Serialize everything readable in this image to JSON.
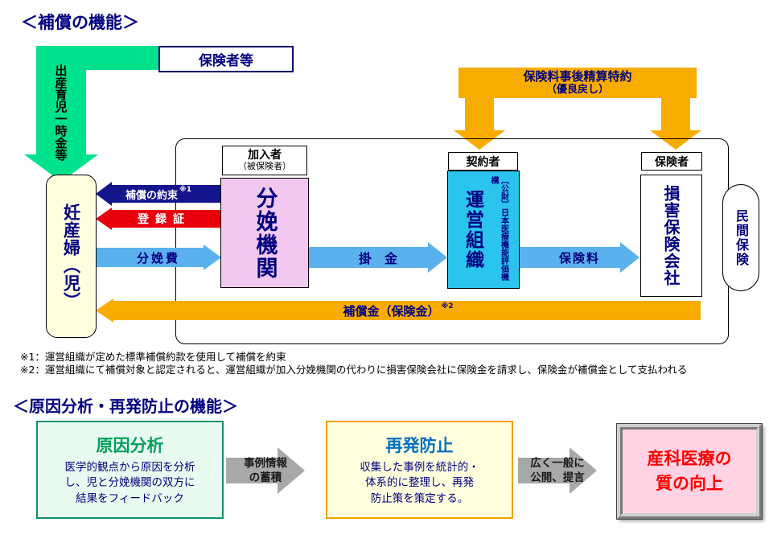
{
  "titles": {
    "compensation": "＜補償の機能＞",
    "analysis": "＜原因分析・再発防止の機能＞"
  },
  "compensation": {
    "green_flow_label": "出産育児一時金等",
    "insurer_box": "保険者等",
    "settlement_rider": {
      "line1": "保険料事後精算特約",
      "line2": "（優良戻し）"
    },
    "role_labels": {
      "member": "加入者",
      "member_sub": "（被保険者）",
      "policyholder": "契約者",
      "insurer": "保険者"
    },
    "entities": {
      "mother": "妊産婦（児）",
      "delivery_institution": "分娩機関",
      "operating_org": "運営組織",
      "operating_org_sub": "〔公財〕日本医療機能評価機構",
      "insurance_company": "損害保険会社",
      "private_insurance": "民間保険"
    },
    "flows": {
      "compensation_promise": "補償の約束",
      "compensation_promise_note": "※1",
      "registration_card": "登録証",
      "delivery_fee": "分娩費",
      "premium_contribution": "掛　金",
      "insurance_premium": "保険料",
      "compensation_money": "補償金（保険金）",
      "compensation_money_note": "※2"
    },
    "footnote1": "※1：運営組織が定めた標準補償約款を使用して補償を約束",
    "footnote2": "※2：運営組織にて補償対象と認定されると、運営組織が加入分娩機関の代わりに損害保険会社に保険金を請求し、保険金が補償金として支払われる"
  },
  "analysis": {
    "cause_box": {
      "title": "原因分析",
      "body": "医学的観点から原因を分析\nし、児と分娩機関の双方に\n結果をフィードバック"
    },
    "arrow1": "事例情報\nの蓄積",
    "prevention_box": {
      "title": "再発防止",
      "body": "収集した事例を統計的・\n体系的に整理し、再発\n防止策を策定する。"
    },
    "arrow2": "広く一般に\n公開、提言",
    "result_box": "産科医療の\n質の向上"
  },
  "colors": {
    "navy": "#000080",
    "dark_navy_arrow": "#14148C",
    "green": "#00E18C",
    "orange": "#F8AC00",
    "light_blue": "#5AB1EE",
    "red": "#E8000D",
    "pink_box": "#F2C8F0",
    "cyan_box": "#2AC4EE",
    "cream_box": "#FFFFE0",
    "mint_box": "#E9FAF1",
    "yellow_box": "#FFFFDE",
    "result_pink": "#FFD3E3",
    "result_red": "#FF0000",
    "gray_arrow": "#A8A8A8"
  }
}
